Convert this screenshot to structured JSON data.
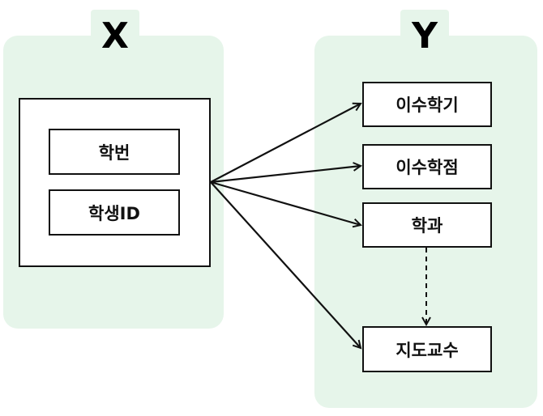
{
  "panels": {
    "x": {
      "label": "X",
      "items": [
        "학번",
        "학생ID"
      ]
    },
    "y": {
      "label": "Y",
      "items": [
        "이수학기",
        "이수학점",
        "학과",
        "지도교수"
      ]
    }
  },
  "colors": {
    "panel_fill": "#e6f5ea",
    "box_border": "#111111",
    "arrow": "#111111"
  }
}
